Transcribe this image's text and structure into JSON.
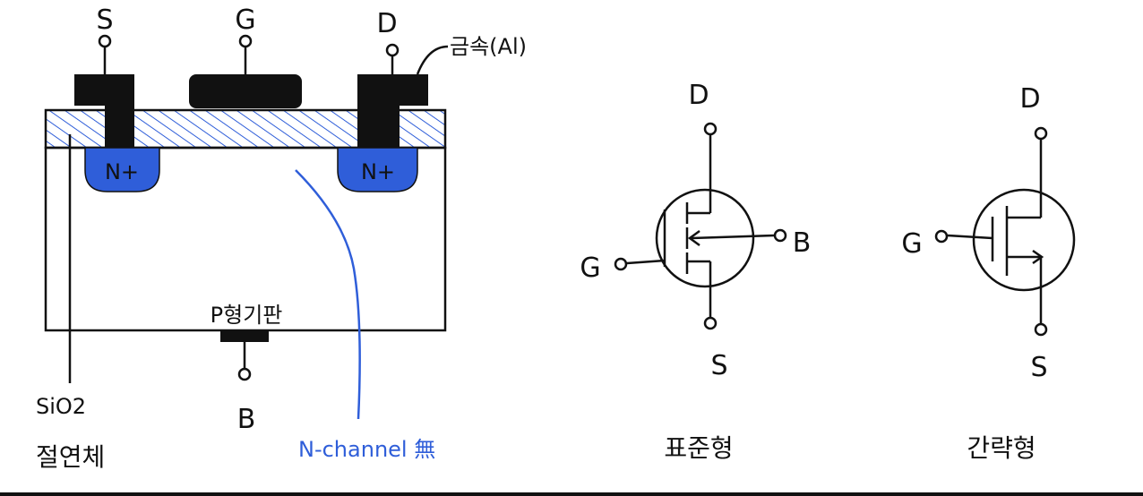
{
  "colors": {
    "ink": "#111111",
    "blue": "#2f5ed9",
    "region_fill": "#2f5ed9",
    "background": "#ffffff"
  },
  "cross_section": {
    "terminal_source": "S",
    "terminal_gate": "G",
    "terminal_drain": "D",
    "terminal_body": "B",
    "metal_label": "금속(Al)",
    "n_plus_left": "N+",
    "n_plus_right": "N+",
    "substrate_label": "P형기판",
    "oxide_formula": "SiO2",
    "oxide_label": "절연체",
    "channel_note": "N-channel 無"
  },
  "standard_symbol": {
    "terminal_drain": "D",
    "terminal_source": "S",
    "terminal_gate": "G",
    "terminal_body": "B",
    "caption": "표준형"
  },
  "simplified_symbol": {
    "terminal_drain": "D",
    "terminal_source": "S",
    "terminal_gate": "G",
    "caption": "간략형"
  }
}
